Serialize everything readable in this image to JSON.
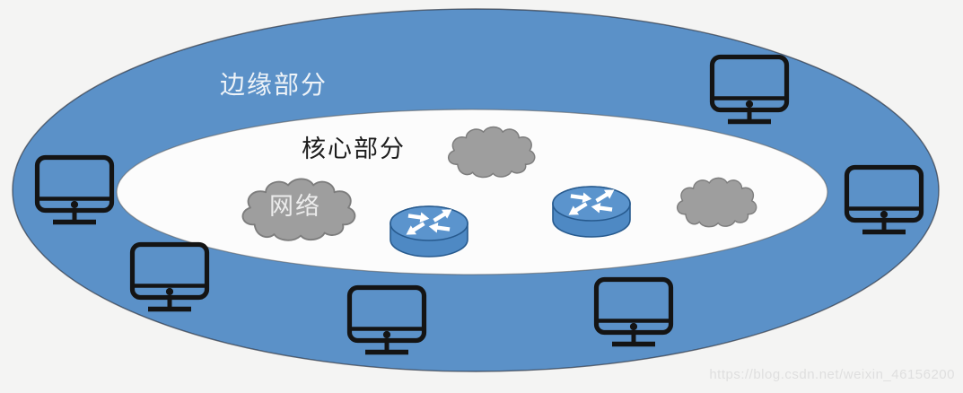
{
  "diagram": {
    "labels": {
      "edge_part": "边缘部分",
      "core_part": "核心部分",
      "network": "网络"
    },
    "watermark": "https://blog.csdn.net/weixin_46156200",
    "colors": {
      "background": "#f4f4f3",
      "ring_blue": "#5b91c8",
      "core_white": "#fcfcfc",
      "router_blue": "#4e89c4",
      "router_blue_top": "#5b94cd",
      "router_outline": "#275a8e",
      "cloud_gray": "#9e9e9e",
      "cloud_outline": "#7d7d7d",
      "monitor_black": "#141414",
      "edge_label": "#eef3f8",
      "core_label": "#1c1c1c",
      "network_label": "#ececec",
      "watermark_gray": "#dfdfdf"
    },
    "icons": {
      "monitor": {
        "name": "computer-monitor-icon",
        "count": 6
      },
      "router": {
        "name": "router-icon",
        "count": 2
      },
      "cloud": {
        "name": "cloud-icon",
        "count": 3
      }
    }
  }
}
